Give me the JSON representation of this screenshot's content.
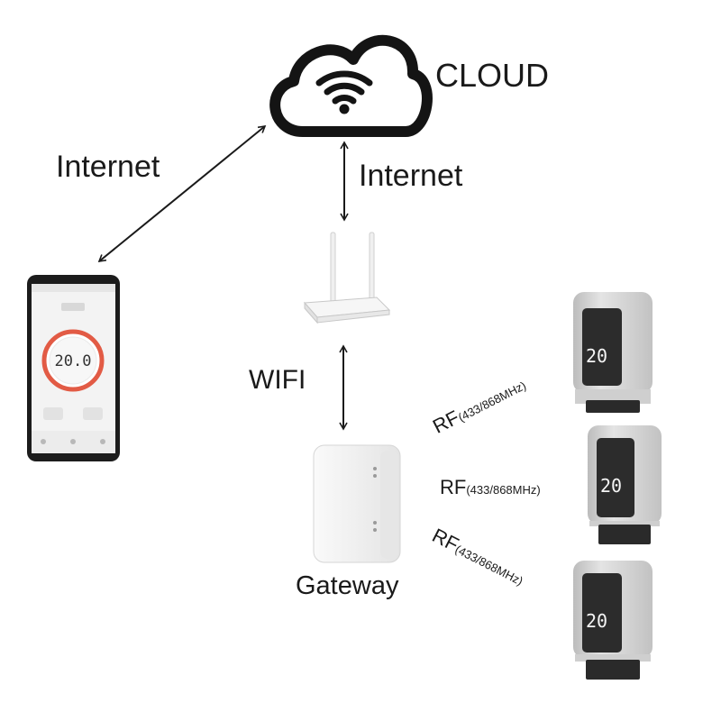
{
  "labels": {
    "cloud": "CLOUD",
    "internet_phone": "Internet",
    "internet_router": "Internet",
    "wifi": "WIFI",
    "gateway": "Gateway",
    "rf": "RF",
    "rf_frequency": "(433/868MHz)"
  },
  "phone": {
    "temperature": "20.0"
  },
  "thermostat": {
    "display": "20"
  },
  "colors": {
    "line": "#1a1a1a",
    "dial_ring": "#e25b45",
    "device_white": "#f2f2f2",
    "thermostat_body": "#d4d4d4",
    "thermostat_band": "#2a2a2a",
    "lcd": "#2c2c2c"
  },
  "icons": [
    "cloud-icon",
    "wifi-icon"
  ]
}
